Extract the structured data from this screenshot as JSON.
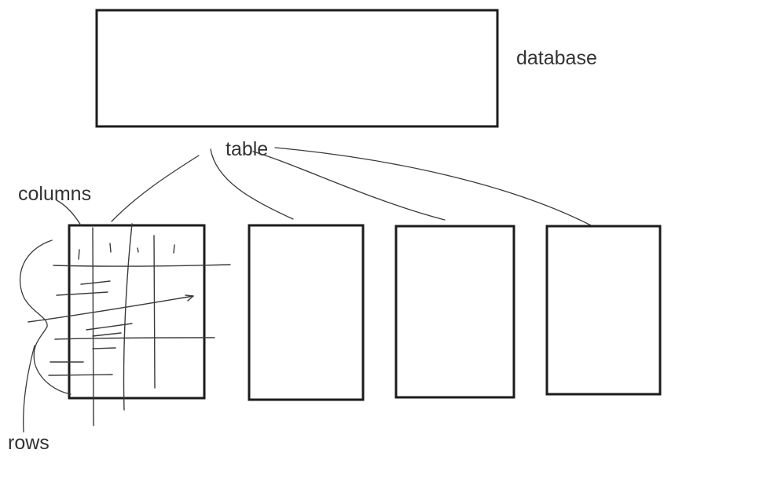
{
  "labels": {
    "database": "database",
    "table": "table",
    "columns": "columns",
    "rows": "rows"
  },
  "colors": {
    "ink": "#1c1c1c",
    "text": "#333333",
    "background": "#ffffff"
  }
}
